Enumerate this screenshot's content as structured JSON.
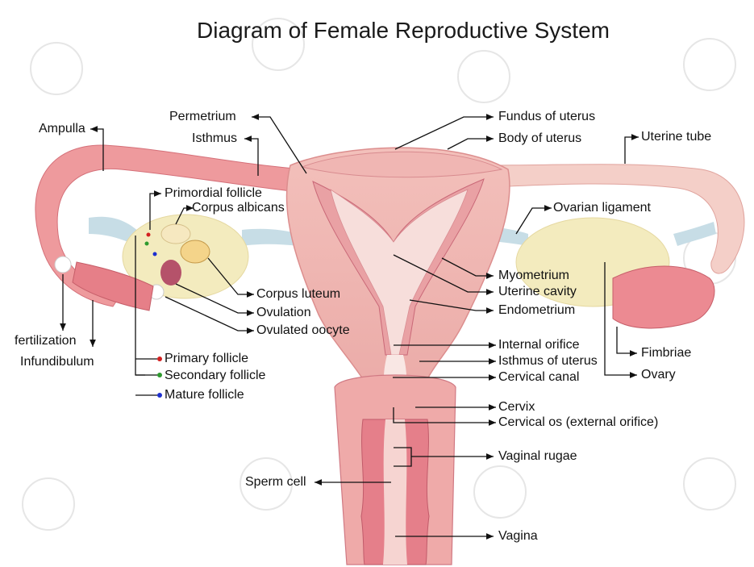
{
  "title": "Diagram of Female Reproductive System",
  "labels": {
    "permetrium": "Permetrium",
    "fundus": "Fundus of uterus",
    "body": "Body of uterus",
    "ampulla": "Ampulla",
    "isthmus": "Isthmus",
    "uterine_tube": "Uterine tube",
    "primordial_follicle": "Primordial follicle",
    "corpus_albicans": "Corpus albicans",
    "ovarian_ligament": "Ovarian ligament",
    "myometrium": "Myometrium",
    "uterine_cavity": "Uterine cavity",
    "corpus_luteum": "Corpus luteum",
    "endometrium": "Endometrium",
    "ovulation": "Ovulation",
    "ovulated_oocyte": "Ovulated oocyte",
    "fertilization": "fertilization",
    "infundibulum": "Infundibulum",
    "internal_orifice": "Internal orifice",
    "isthmus_of_uterus": "Isthmus of uterus",
    "fimbriae": "Fimbriae",
    "primary_follicle": "Primary follicle",
    "cervical_canal": "Cervical canal",
    "ovary": "Ovary",
    "secondary_follicle": "Secondary follicle",
    "mature_follicle": "Mature follicle",
    "cervix": "Cervix",
    "cervical_os": "Cervical os (external orifice)",
    "vaginal_rugae": "Vaginal rugae",
    "sperm_cell": "Sperm cell",
    "vagina": "Vagina"
  },
  "colors": {
    "tissue_pink": "#e8878f",
    "tissue_light": "#f6c7c3",
    "tissue_dark": "#c94d5e",
    "ovary_yellow": "#f3ebbe",
    "ligament_blue": "#c7dde6",
    "primary_dot": "#d32020",
    "secondary_dot": "#2e9a2e",
    "mature_dot": "#1d2fcf"
  }
}
